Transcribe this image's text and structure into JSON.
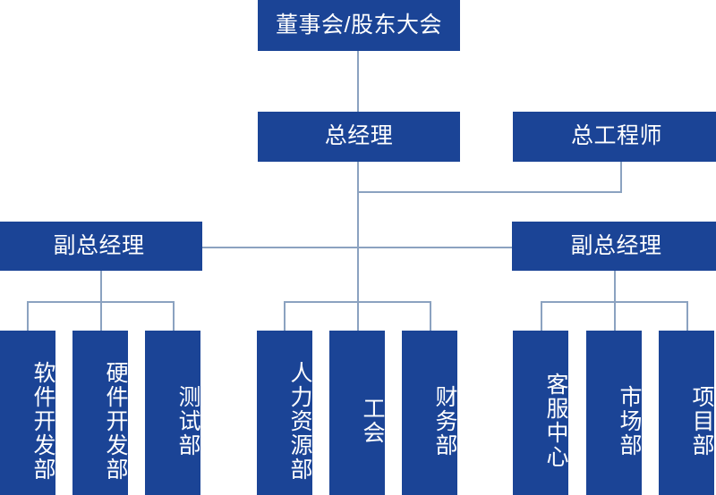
{
  "chart_title": "",
  "theme": {
    "node_fill": "#1b4496",
    "node_text": "#ffffff",
    "connector": "#8ba2c0",
    "background": "#ffffff"
  },
  "levels": {
    "level1": {
      "label": "level-1-board",
      "nodes": [
        {
          "id": "board",
          "text": "董事会/股东大会",
          "orientation": "horizontal"
        }
      ]
    },
    "level2": {
      "label": "level-2-executive",
      "nodes": [
        {
          "id": "general-manager",
          "text": "总经理",
          "orientation": "horizontal"
        },
        {
          "id": "chief-engineer",
          "text": "总工程师",
          "orientation": "horizontal"
        }
      ]
    },
    "level3": {
      "label": "level-3-deputy",
      "nodes": [
        {
          "id": "deputy-gm-left",
          "text": "副总经理",
          "orientation": "horizontal"
        },
        {
          "id": "deputy-gm-right",
          "text": "副总经理",
          "orientation": "horizontal"
        }
      ]
    },
    "level4": {
      "label": "level-4-departments",
      "groups": [
        {
          "id": "left-group",
          "parent": "deputy-gm-left",
          "nodes": [
            {
              "id": "software-dev",
              "text": "软件开发部",
              "orientation": "vertical"
            },
            {
              "id": "hardware-dev",
              "text": "硬件开发部",
              "orientation": "vertical"
            },
            {
              "id": "testing",
              "text": "测试部",
              "orientation": "vertical"
            }
          ]
        },
        {
          "id": "middle-group",
          "parent": "general-manager",
          "nodes": [
            {
              "id": "human-resources",
              "text": "人力资源部",
              "orientation": "vertical"
            },
            {
              "id": "labor-union",
              "text": "工会",
              "orientation": "vertical"
            },
            {
              "id": "finance",
              "text": "财务部",
              "orientation": "vertical"
            }
          ]
        },
        {
          "id": "right-group",
          "parent": "deputy-gm-right",
          "nodes": [
            {
              "id": "customer-service",
              "text": "客服中心",
              "orientation": "vertical"
            },
            {
              "id": "marketing",
              "text": "市场部",
              "orientation": "vertical"
            },
            {
              "id": "project",
              "text": "项目部",
              "orientation": "vertical"
            }
          ]
        }
      ]
    }
  }
}
